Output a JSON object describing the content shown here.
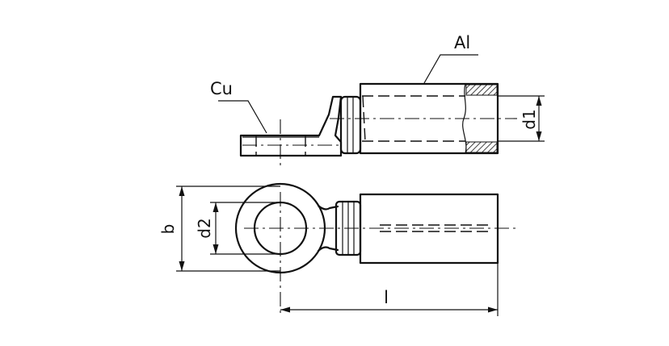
{
  "labels": {
    "copper_part": "Cu",
    "aluminium_part": "Al",
    "dim_d1": "d1",
    "dim_d2": "d2",
    "dim_b": "b",
    "dim_l": "l"
  }
}
